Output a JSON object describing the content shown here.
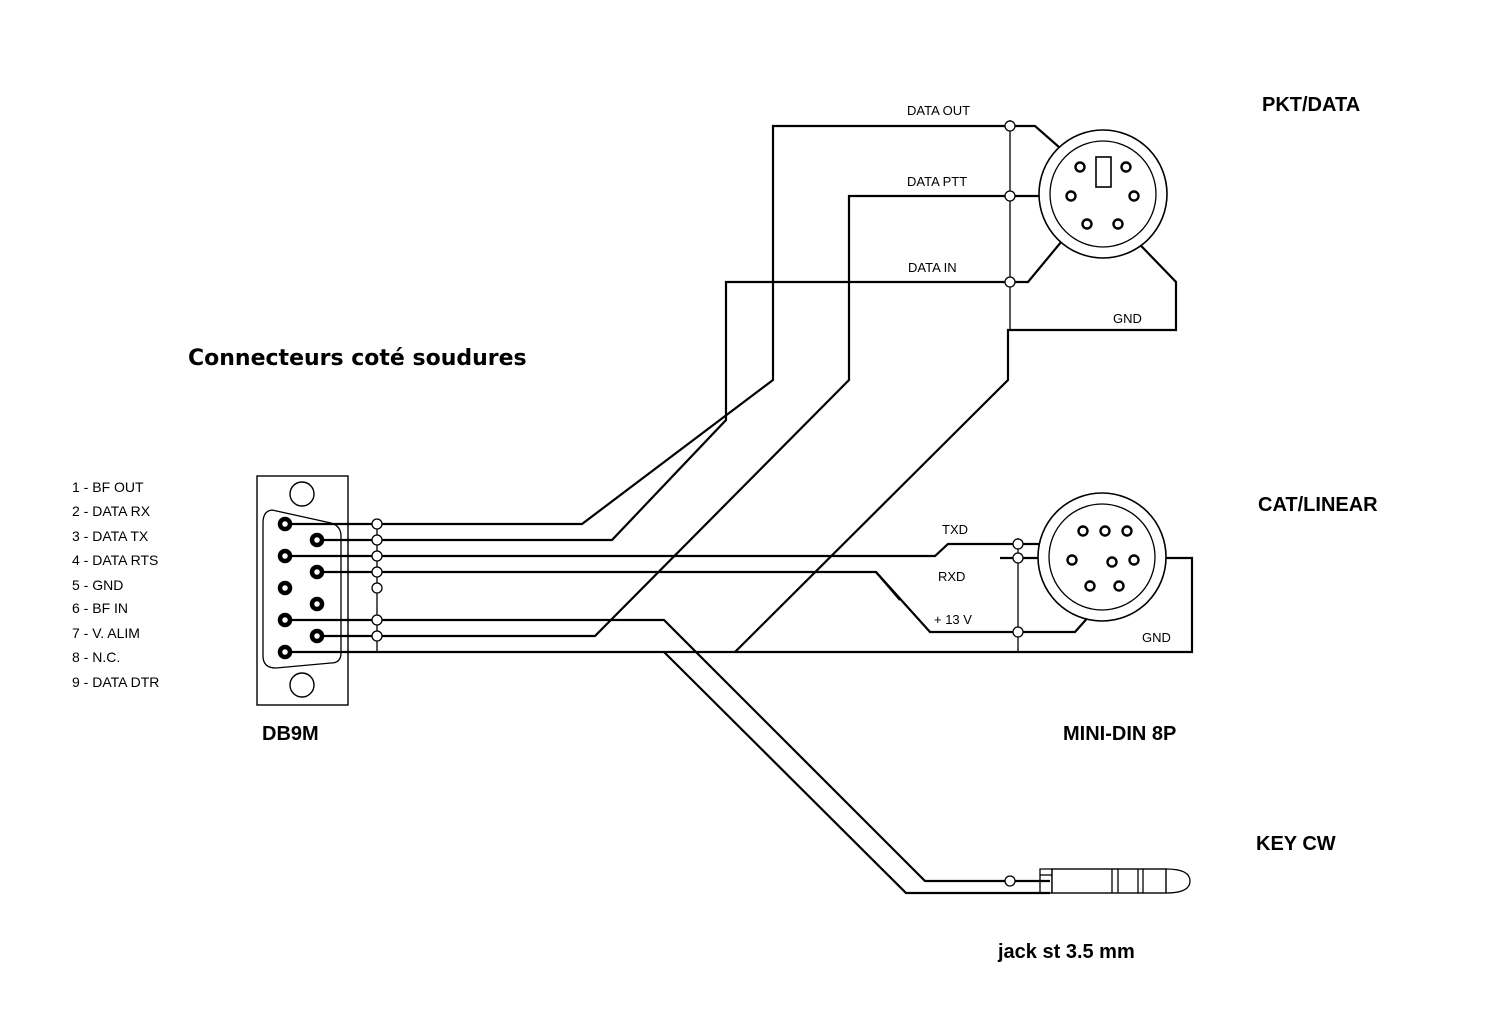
{
  "heading": "Connecteurs  coté soudures",
  "db9_pins": [
    "1 - BF OUT",
    "2 - DATA RX",
    "3 - DATA TX",
    "4 - DATA RTS",
    "5 - GND",
    "6 - BF IN",
    "7 - V. ALIM",
    "8 - N.C.",
    "9 - DATA DTR"
  ],
  "connectors": {
    "db9": "DB9M",
    "pkt_data": "PKT/DATA",
    "cat_linear": "CAT/LINEAR",
    "mini_din": "MINI-DIN 8P",
    "key_cw": "KEY CW",
    "jack": "jack st 3.5 mm"
  },
  "signals": {
    "data_out": "DATA OUT",
    "data_ptt": "DATA PTT",
    "data_in": "DATA IN",
    "gnd_pkt": "GND",
    "txd": "TXD",
    "rxd": "RXD",
    "v13": "+ 13 V",
    "gnd_cat": "GND"
  }
}
